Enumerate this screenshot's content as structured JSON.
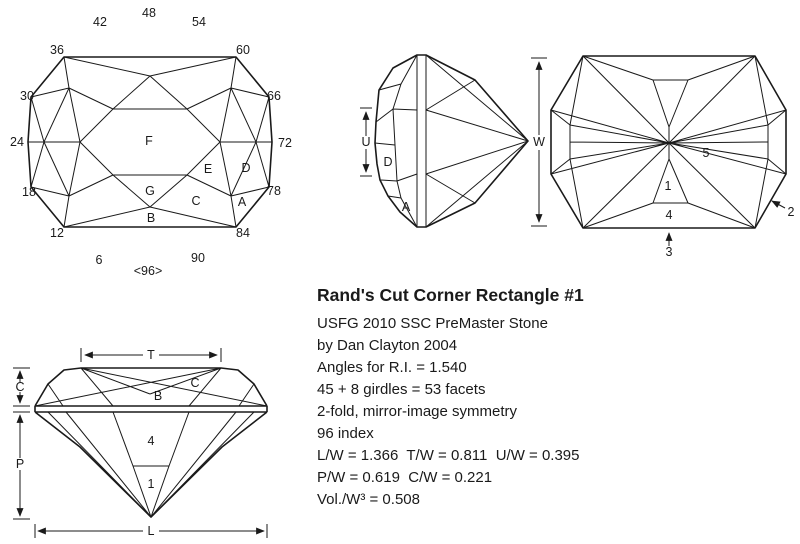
{
  "colors": {
    "ink": "#1a1a1a",
    "background": "#ffffff"
  },
  "title_block": {
    "title": "Rand's Cut Corner Rectangle #1",
    "lines": [
      "USFG 2010 SSC PreMaster Stone",
      "by Dan Clayton 2004",
      "Angles for R.I. = 1.540",
      "45 + 8 girdles = 53 facets",
      "2-fold, mirror-image symmetry",
      "96 index",
      "L/W = 1.366  T/W = 0.811  U/W = 0.395",
      "P/W = 0.619  C/W = 0.221",
      "Vol./W³ = 0.508"
    ]
  },
  "crown_view": {
    "index_labels": [
      "42",
      "48",
      "54",
      "36",
      "60",
      "30",
      "66",
      "24",
      "72",
      "18",
      "78",
      "12",
      "84",
      "6",
      "90",
      "<96>"
    ],
    "facets": {
      "a": "A",
      "b": "B",
      "c": "C",
      "d": "D",
      "e": "E",
      "f": "F",
      "g": "G"
    }
  },
  "profile_view": {
    "dims": {
      "u": "U",
      "w": "W"
    },
    "facets": {
      "d": "D",
      "a": "A"
    }
  },
  "pavilion_view": {
    "facets": {
      "f1": "1",
      "f2": "2",
      "f3": "3",
      "f4": "4",
      "f5": "5"
    }
  },
  "elevation_view": {
    "dims": {
      "t": "T",
      "c": "C",
      "p": "P",
      "l": "L"
    },
    "facets": {
      "c": "C",
      "b": "B",
      "f4": "4",
      "f1": "1"
    }
  }
}
